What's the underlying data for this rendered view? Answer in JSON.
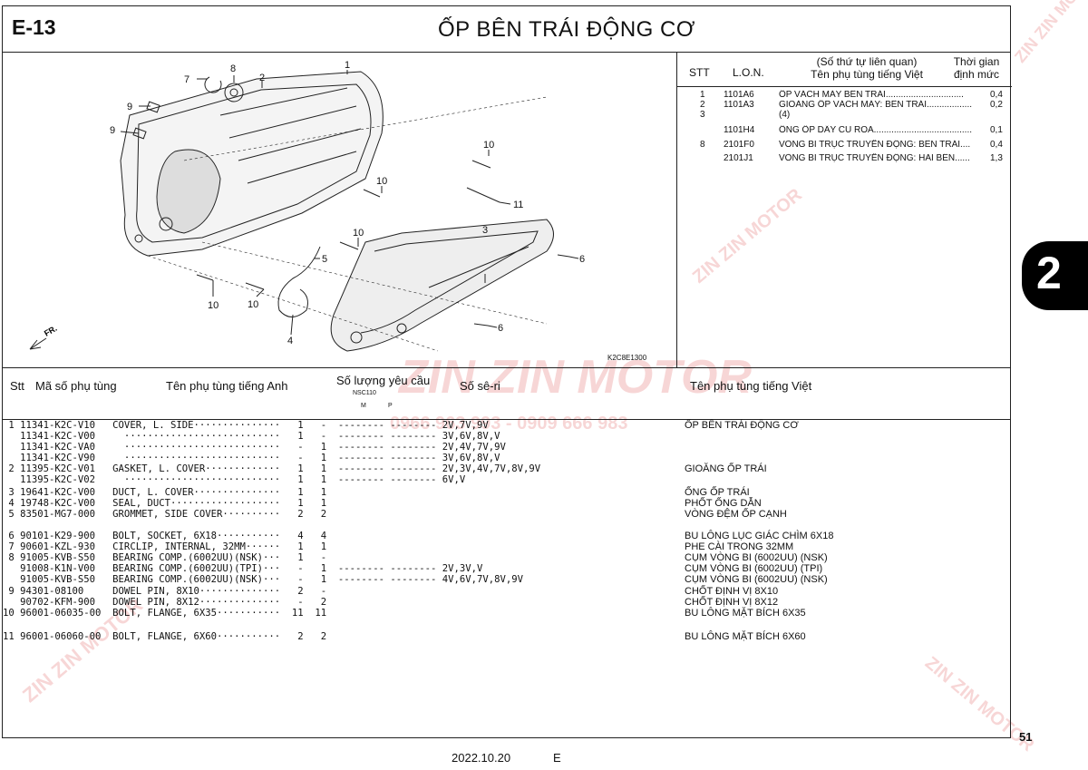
{
  "header": {
    "section_code": "E-13",
    "title": "ỐP BÊN TRÁI ĐỘNG CƠ"
  },
  "diagram": {
    "ref_code": "K2C8E1300",
    "fr_label": "FR.",
    "callouts": [
      "1",
      "2",
      "3",
      "4",
      "5",
      "6",
      "6",
      "7",
      "8",
      "9",
      "9",
      "10",
      "10",
      "10",
      "10",
      "10",
      "11"
    ]
  },
  "related_table": {
    "headers": {
      "stt": "STT",
      "lon": "L.O.N.",
      "name_line1": "(Số thứ tự liên quan)",
      "name_line2": "Tên phụ tùng tiếng Việt",
      "time_line1": "Thời gian",
      "time_line2": "định mức"
    },
    "rows": [
      {
        "stt": "1",
        "lon": "1101A6",
        "name": "ỐP VÁCH MÁY BÊN TRÁI...............................",
        "time": "0,4"
      },
      {
        "stt": "2",
        "lon": "1101A3",
        "name": "GIOĂNG ỐP VÁCH MÁY: BÊN TRÁI..................",
        "time": "0,2"
      },
      {
        "stt": "3",
        "lon": "",
        "name": "(4)",
        "time": ""
      },
      {
        "stt": "",
        "lon": "1101H4",
        "name": "ỐNG ỐP DÂY CU ROA.......................................",
        "time": "0,1"
      },
      {
        "stt": "8",
        "lon": "2101F0",
        "name": "VÒNG BI TRỤC TRUYỀN ĐỘNG: BÊN TRÁI....",
        "time": "0,4"
      },
      {
        "stt": "",
        "lon": "2101J1",
        "name": "VÒNG BI TRỤC TRUYỀN ĐỘNG: HAI BÊN......",
        "time": "1,3"
      }
    ]
  },
  "parts_table": {
    "headers": {
      "stt": "Stt",
      "part_no": "Mã số phụ tùng",
      "name_en": "Tên phụ tùng tiếng Anh",
      "qty": "Số lượng yêu cầu",
      "qty_model": "NSC110",
      "qty_m": "M",
      "qty_p": "P",
      "serial": "Số sê-ri",
      "name_vn": "Tên phụ tùng tiếng Việt"
    },
    "rows": [
      {
        "text": " 1 11341-K2C-V10   COVER, L. SIDE···············   1   -  -------- -------- 2V,7V,9V",
        "vn": "ỐP BÊN TRÁI ĐỘNG CƠ"
      },
      {
        "text": "   11341-K2C-V00     ···························   1   -  -------- -------- 3V,6V,8V,V",
        "vn": ""
      },
      {
        "text": "   11341-K2C-VA0     ···························   -   1  -------- -------- 2V,4V,7V,9V",
        "vn": ""
      },
      {
        "text": "   11341-K2C-V90     ···························   -   1  -------- -------- 3V,6V,8V,V",
        "vn": ""
      },
      {
        "text": " 2 11395-K2C-V01   GASKET, L. COVER·············   1   1  -------- -------- 2V,3V,4V,7V,8V,9V",
        "vn": "GIOĂNG ỐP TRÁI"
      },
      {
        "text": "   11395-K2C-V02     ···························   1   1  -------- -------- 6V,V",
        "vn": ""
      },
      {
        "text": " 3 19641-K2C-V00   DUCT, L. COVER···············   1   1",
        "vn": "ỐNG ỐP TRÁI"
      },
      {
        "text": " 4 19748-K2C-V00   SEAL, DUCT···················   1   1",
        "vn": "PHỐT ỐNG DẪN"
      },
      {
        "text": " 5 83501-MG7-000   GROMMET, SIDE COVER··········   2   2",
        "vn": "VÒNG ĐỆM ỐP CẠNH"
      },
      {
        "text": "",
        "vn": ""
      },
      {
        "text": " 6 90101-K29-900   BOLT, SOCKET, 6X18···········   4   4",
        "vn": "BU LÔNG LỤC GIÁC CHÌM 6X18"
      },
      {
        "text": " 7 90601-KZL-930   CIRCLIP, INTERNAL, 32MM······   1   1",
        "vn": "PHE CÀI TRONG 32MM"
      },
      {
        "text": " 8 91005-KVB-S50   BEARING COMP.(6002UU)(NSK)···   1   -",
        "vn": "CỤM VÒNG BI (6002UU) (NSK)"
      },
      {
        "text": "   91008-K1N-V00   BEARING COMP.(6002UU)(TPI)···   -   1  -------- -------- 2V,3V,V",
        "vn": "CỤM VÒNG BI (6002UU) (TPI)"
      },
      {
        "text": "   91005-KVB-S50   BEARING COMP.(6002UU)(NSK)···   -   1  -------- -------- 4V,6V,7V,8V,9V",
        "vn": "CỤM VÒNG BI (6002UU) (NSK)"
      },
      {
        "text": " 9 94301-08100     DOWEL PIN, 8X10··············   2   -",
        "vn": "CHỐT ĐỊNH VỊ 8X10"
      },
      {
        "text": "   90702-KFM-900   DOWEL PIN, 8X12··············   -   2",
        "vn": "CHỐT ĐỊNH VỊ 8X12"
      },
      {
        "text": "10 96001-06035-00  BOLT, FLANGE, 6X35···········  11  11",
        "vn": "BU LÔNG MẶT BÍCH 6X35"
      },
      {
        "text": "",
        "vn": ""
      },
      {
        "text": "11 96001-06060-00  BOLT, FLANGE, 6X60···········   2   2",
        "vn": "BU LÔNG MẶT BÍCH 6X60"
      }
    ]
  },
  "footer": {
    "page_number": "51",
    "date": "2022.10.20",
    "edition": "E"
  },
  "section_tab": {
    "label": "2"
  },
  "watermark": {
    "brand": "ZIN ZIN MOTOR",
    "phone": "0966 963 993 - 0909 666 983"
  }
}
